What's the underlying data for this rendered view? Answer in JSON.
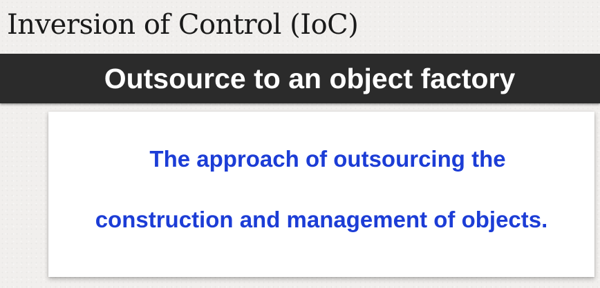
{
  "slide": {
    "title": "Inversion of Control (IoC)",
    "banner": "Outsource to an object factory",
    "definition": {
      "line1": "The approach of outsourcing the",
      "line2": "construction and management of objects."
    }
  },
  "colors": {
    "banner_bg": "#2b2b2b",
    "banner_text": "#ffffff",
    "definition_text": "#1c3dd6",
    "background": "#f1efed"
  }
}
